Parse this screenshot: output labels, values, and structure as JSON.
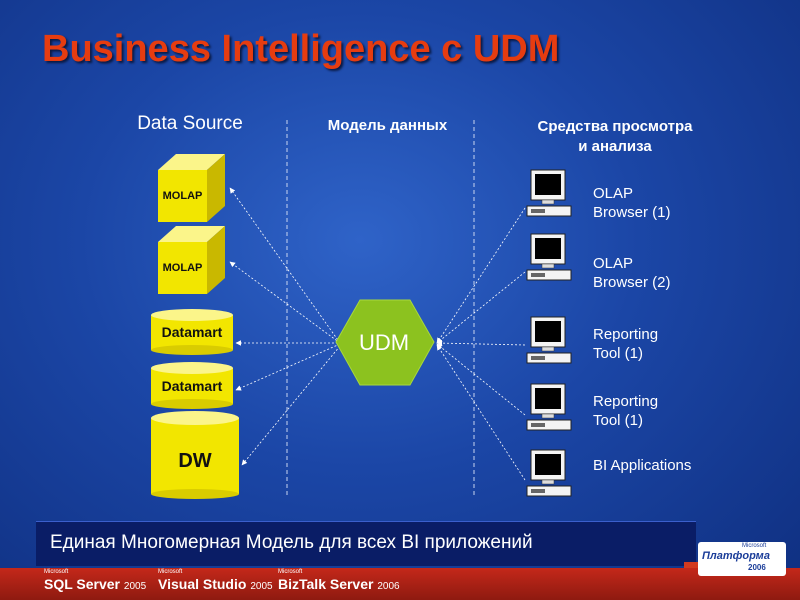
{
  "title": "Business Intelligence c UDM",
  "columns": {
    "source": "Data Source",
    "model": "Модель данных",
    "tools": [
      "Средства просмотра",
      "и анализа"
    ]
  },
  "sources": [
    "MOLAP",
    "MOLAP",
    "Datamart",
    "Datamart",
    "DW"
  ],
  "center": "UDM",
  "tools": [
    [
      "OLAP",
      "Browser (1)"
    ],
    [
      "OLAP",
      "Browser (2)"
    ],
    [
      "Reporting",
      "Tool (1)"
    ],
    [
      "Reporting",
      "Tool (1)"
    ],
    [
      "BI Applications"
    ]
  ],
  "bottom_caption": "Единая Многомерная Модель для всех BI приложений",
  "footer": {
    "logos": [
      {
        "maker": "Microsoft",
        "name": "SQL Server",
        "version": "2005"
      },
      {
        "maker": "Microsoft",
        "name": "Visual Studio",
        "version": "2005"
      },
      {
        "maker": "Microsoft",
        "name": "BizTalk Server",
        "version": "2006"
      }
    ],
    "platform": {
      "maker": "Microsoft",
      "name": "Платформа",
      "year": "2006"
    }
  },
  "colors": {
    "title": "#e63c10",
    "cube_face": "#f2e600",
    "udm_hex": "#8cc21f",
    "footer_red": "#c4281a",
    "background": "#1b46a6"
  }
}
